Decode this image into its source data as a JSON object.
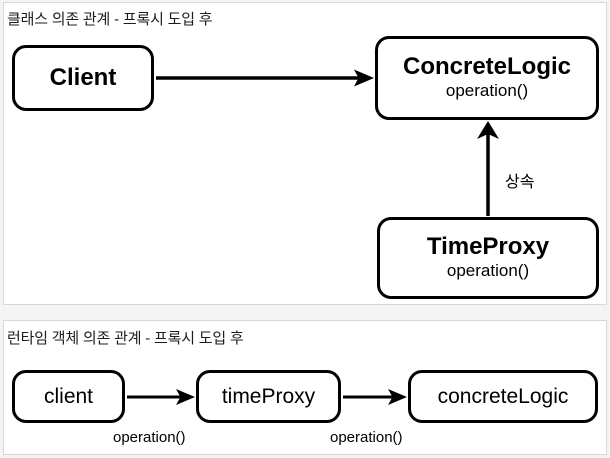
{
  "diagram": {
    "type": "uml-class-and-object-diagram",
    "colors": {
      "background": "#ffffff",
      "panel_background": "#ffffff",
      "panel_border": "#d8d8d8",
      "node_border": "#000000",
      "node_fill": "#ffffff",
      "text": "#000000",
      "title_text": "#1d1d1d",
      "edge": "#000000"
    },
    "panels": [
      {
        "id": "class-panel",
        "title": "클래스 의존 관계 - 프록시 도입 후"
      },
      {
        "id": "runtime-panel",
        "title": "런타임 객체 의존 관계 - 프록시 도입 후"
      }
    ],
    "class_nodes": [
      {
        "id": "client",
        "name": "Client",
        "operation": ""
      },
      {
        "id": "concreteLogic",
        "name": "ConcreteLogic",
        "operation": "operation()"
      },
      {
        "id": "timeProxy",
        "name": "TimeProxy",
        "operation": "operation()"
      }
    ],
    "class_edges": [
      {
        "id": "client-to-concretelogic",
        "from": "Client",
        "to": "ConcreteLogic",
        "kind": "dependency-arrow",
        "label": ""
      },
      {
        "id": "timeproxy-to-concretelogic",
        "from": "TimeProxy",
        "to": "ConcreteLogic",
        "kind": "inheritance-arrow",
        "label": "상속"
      }
    ],
    "object_nodes": [
      {
        "id": "client-obj",
        "name": "client"
      },
      {
        "id": "timeproxy-obj",
        "name": "timeProxy"
      },
      {
        "id": "concretelogic-obj",
        "name": "concreteLogic"
      }
    ],
    "object_edges": [
      {
        "id": "client-calls-timeproxy",
        "from": "client",
        "to": "timeProxy",
        "kind": "message-arrow",
        "label": "operation()"
      },
      {
        "id": "timeproxy-calls-concretelogic",
        "from": "timeProxy",
        "to": "concreteLogic",
        "kind": "message-arrow",
        "label": "operation()"
      }
    ]
  }
}
